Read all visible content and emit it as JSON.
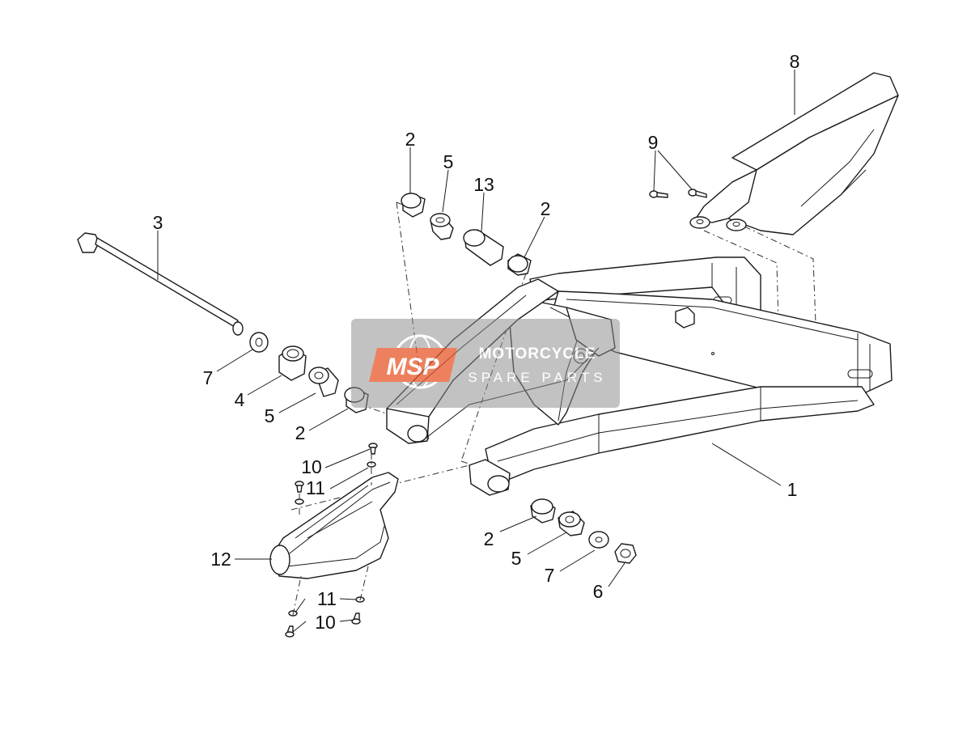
{
  "watermark": {
    "logo_text": "MSP",
    "line1": "MOTORCYCLE",
    "line2": "SPARE PARTS",
    "logo_color": "#e8572a",
    "panel_color": "#8a8a8a"
  },
  "callouts": [
    {
      "id": "c8",
      "label": "8"
    },
    {
      "id": "c9",
      "label": "9"
    },
    {
      "id": "c2a",
      "label": "2"
    },
    {
      "id": "c5a",
      "label": "5"
    },
    {
      "id": "c13",
      "label": "13"
    },
    {
      "id": "c2b",
      "label": "2"
    },
    {
      "id": "c3",
      "label": "3"
    },
    {
      "id": "c7a",
      "label": "7"
    },
    {
      "id": "c4",
      "label": "4"
    },
    {
      "id": "c5b",
      "label": "5"
    },
    {
      "id": "c2c",
      "label": "2"
    },
    {
      "id": "c10a",
      "label": "10"
    },
    {
      "id": "c11a",
      "label": "11"
    },
    {
      "id": "c12",
      "label": "12"
    },
    {
      "id": "c11b",
      "label": "11"
    },
    {
      "id": "c10b",
      "label": "10"
    },
    {
      "id": "c1",
      "label": "1"
    },
    {
      "id": "c2d",
      "label": "2"
    },
    {
      "id": "c5c",
      "label": "5"
    },
    {
      "id": "c7b",
      "label": "7"
    },
    {
      "id": "c6",
      "label": "6"
    }
  ]
}
